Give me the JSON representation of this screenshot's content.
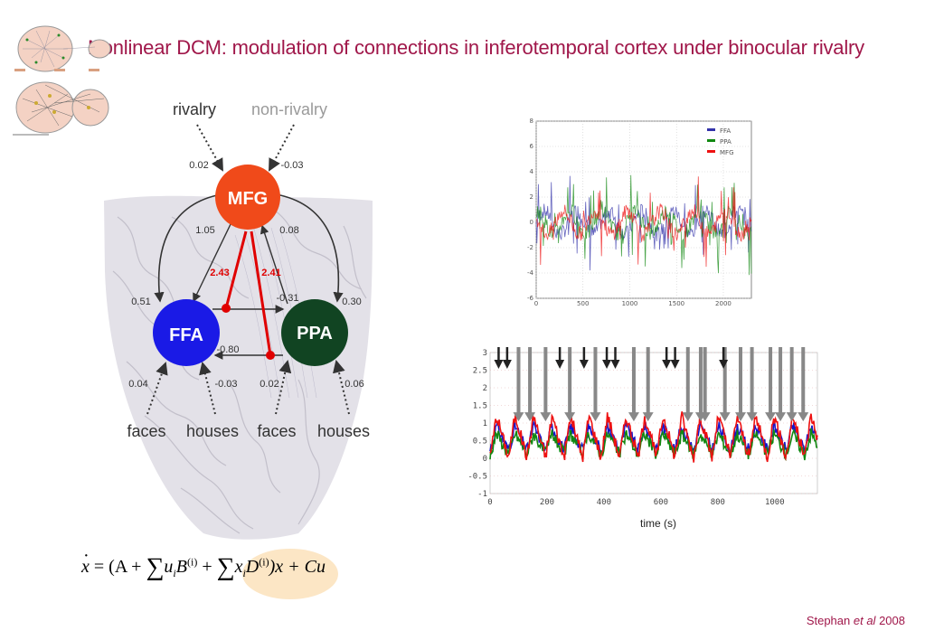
{
  "title": "Nonlinear DCM: modulation of connections in inferotemporal cortex under binocular rivalry",
  "citation": {
    "author": "Stephan",
    "etal": "et al",
    "year": "2008"
  },
  "diagram": {
    "nodes": {
      "mfg": "MFG",
      "ffa": "FFA",
      "ppa": "PPA"
    },
    "inputs": {
      "rivalry": "rivalry",
      "nonrivalry": "non-rivalry",
      "faces1": "faces",
      "houses1": "houses",
      "faces2": "faces",
      "houses2": "houses"
    },
    "weights": {
      "rivalry_mfg": "0.02",
      "nonrivalry_mfg": "-0.03",
      "ffa_mfg": "1.05",
      "mfg_ppa": "0.08",
      "mfg_ffa_outer": "0.51",
      "mfg_ppa_outer": "0.30",
      "ffa_ppa": "-0.31",
      "ppa_ffa": "-0.80",
      "faces_ffa": "0.04",
      "houses_ffa": "-0.03",
      "faces_ppa": "0.02",
      "houses_ppa": "0.06",
      "mod_ffa_ppa": "2.43",
      "mod_ppa_ffa": "2.41"
    },
    "colors": {
      "mfg": "#f04a1a",
      "ffa": "#1a1ae6",
      "ppa": "#114422",
      "modulation": "#e00000"
    }
  },
  "formula": {
    "lhs": "x",
    "eq": "= (A +",
    "sum1": "∑",
    "u": "u",
    "i1": "i",
    "B": "B",
    "sup1": "(i)",
    "plus": "+",
    "sum2": "∑",
    "x2": "x",
    "i2": "i",
    "D": "D",
    "sup2": "(i)",
    "rest": ")x + Cu"
  },
  "chart_data": [
    {
      "type": "line",
      "title": "",
      "xlim": [
        0,
        2300
      ],
      "ylim": [
        -6,
        8
      ],
      "xticks": [
        "0",
        "500",
        "1000",
        "1500",
        "2000"
      ],
      "yticks": [
        "8",
        "6",
        "4",
        "2",
        "0",
        "-2",
        "-4",
        "-6"
      ],
      "legend_position": "top-right",
      "series": [
        {
          "name": "FFA",
          "color": "#3333aa"
        },
        {
          "name": "PPA",
          "color": "#118811"
        },
        {
          "name": "MFG",
          "color": "#ee1111"
        }
      ]
    },
    {
      "type": "line",
      "xlabel": "time (s)",
      "xlim": [
        0,
        1150
      ],
      "ylim": [
        -1,
        3
      ],
      "xticks": [
        "0",
        "200",
        "400",
        "600",
        "800",
        "1000"
      ],
      "yticks": [
        "3",
        "2.5",
        "2",
        "1.5",
        "1",
        "0.5",
        "0",
        "-0.5",
        "-1"
      ],
      "series": [
        {
          "name": "",
          "color": "#1515cc"
        },
        {
          "name": "",
          "color": "#118811"
        },
        {
          "name": "",
          "color": "#ee1111"
        }
      ],
      "arrows": {
        "black_x": [
          30,
          60,
          245,
          330,
          410,
          440,
          620,
          650,
          820
        ],
        "gray_x": [
          100,
          140,
          195,
          280,
          370,
          505,
          555,
          695,
          740,
          755,
          825,
          880,
          920,
          985,
          1020,
          1060,
          1100
        ]
      }
    }
  ]
}
